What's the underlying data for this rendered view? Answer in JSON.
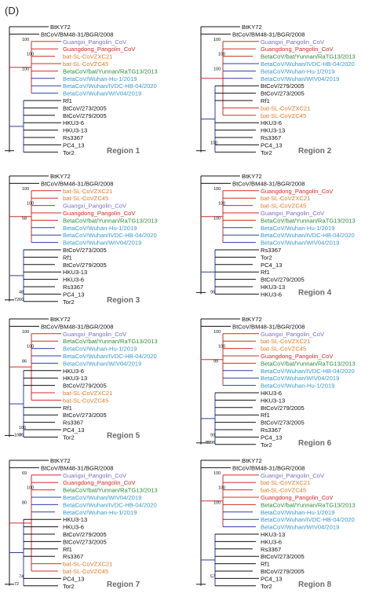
{
  "panel_label": "(D)",
  "colors": {
    "black": "#111111",
    "red": "#d42a2a",
    "blue": "#2b3faa",
    "purple": "#7a6fc2",
    "orange": "#e07a2c",
    "green": "#2d8a3e",
    "cyan": "#3a98c9",
    "gray": "#6b6b6b"
  },
  "regions": [
    {
      "title": "Region 1",
      "taxa": [
        {
          "label": "BtKY72",
          "color": "black"
        },
        {
          "label": "BtCoV/BM48-31/BGR/2008",
          "color": "black"
        },
        {
          "label": "Guangxi_Pangolin_CoV",
          "color": "purple"
        },
        {
          "label": "Guangdong_Pangolin_CoV",
          "color": "red"
        },
        {
          "label": "bat-SL-CoVZXC21",
          "color": "orange"
        },
        {
          "label": "bat-SL-CoVZC45",
          "color": "orange"
        },
        {
          "label": "BetaCoV/bat/Yunnan/RaTG13/2013",
          "color": "green"
        },
        {
          "label": "BetaCoV/Wuhan-Hu-1/2019",
          "color": "cyan"
        },
        {
          "label": "BetaCoV/Wuhan/IVDC-HB-04/2020",
          "color": "cyan"
        },
        {
          "label": "BetaCoV/Wuhan/WIV04/2019",
          "color": "cyan"
        },
        {
          "label": "Rf1",
          "color": "black"
        },
        {
          "label": "BtCoV/273/2005",
          "color": "black"
        },
        {
          "label": "BtCoV/279/2005",
          "color": "black"
        },
        {
          "label": "HKU3-6",
          "color": "black"
        },
        {
          "label": "HKU3-13",
          "color": "black"
        },
        {
          "label": "Rs3367",
          "color": "black"
        },
        {
          "label": "PC4_13",
          "color": "black"
        },
        {
          "label": "Tor2",
          "color": "black"
        }
      ],
      "supports": [
        "100",
        "100",
        "100"
      ]
    },
    {
      "title": "Region 2",
      "taxa": [
        {
          "label": "BtKY72",
          "color": "black"
        },
        {
          "label": "BtCoV/BM48-31/BGR/2008",
          "color": "black"
        },
        {
          "label": "Guangxi_Pangolin_CoV",
          "color": "purple"
        },
        {
          "label": "Guangdong_Pangolin_CoV",
          "color": "red"
        },
        {
          "label": "BetaCoV/bat/Yunnan/RaTG13/2013",
          "color": "green"
        },
        {
          "label": "BetaCoV/Wuhan/IVDC-HB-04/2020",
          "color": "cyan"
        },
        {
          "label": "BetaCoV/Wuhan-Hu-1/2019",
          "color": "cyan"
        },
        {
          "label": "BetaCoV/Wuhan/WIV04/2019",
          "color": "cyan"
        },
        {
          "label": "BtCoV/279/2005",
          "color": "black"
        },
        {
          "label": "BtCoV/273/2005",
          "color": "black"
        },
        {
          "label": "Rf1",
          "color": "black"
        },
        {
          "label": "bat-SL-CoVZXC21",
          "color": "orange"
        },
        {
          "label": "bat-SL-CoVZC45",
          "color": "orange"
        },
        {
          "label": "HKU3-6",
          "color": "black"
        },
        {
          "label": "HKU3-13",
          "color": "black"
        },
        {
          "label": "Rs3367",
          "color": "black"
        },
        {
          "label": "PC4_13",
          "color": "black"
        },
        {
          "label": "Tor2",
          "color": "black"
        }
      ],
      "supports": [
        "100",
        "100",
        "100",
        "100"
      ]
    },
    {
      "title": "Region 3",
      "taxa": [
        {
          "label": "BtKY72",
          "color": "black"
        },
        {
          "label": "BtCoV/BM48-31/BGR/2008",
          "color": "black"
        },
        {
          "label": "bat-SL-CoVZXC21",
          "color": "orange"
        },
        {
          "label": "bat-SL-CoVZC45",
          "color": "orange"
        },
        {
          "label": "Guangxi_Pangolin_CoV",
          "color": "purple"
        },
        {
          "label": "Guangdong_Pangolin_CoV",
          "color": "red"
        },
        {
          "label": "BetaCoV/bat/Yunnan/RaTG13/2013",
          "color": "green"
        },
        {
          "label": "BetaCoV/Wuhan-Hu-1/2019",
          "color": "cyan"
        },
        {
          "label": "BetaCoV/Wuhan/IVDC-HB-04/2020",
          "color": "cyan"
        },
        {
          "label": "BetaCoV/Wuhan/WIV04/2019",
          "color": "cyan"
        },
        {
          "label": "BtCoV/273/2005",
          "color": "black"
        },
        {
          "label": "Rf1",
          "color": "black"
        },
        {
          "label": "BtCoV/279/2005",
          "color": "black"
        },
        {
          "label": "HKU3-13",
          "color": "black"
        },
        {
          "label": "HKU3-6",
          "color": "black"
        },
        {
          "label": "Rs3367",
          "color": "black"
        },
        {
          "label": "PC4_13",
          "color": "black"
        },
        {
          "label": "Tor2",
          "color": "black"
        }
      ],
      "supports": [
        "100",
        "100",
        "58",
        "48",
        "72",
        "60"
      ]
    },
    {
      "title": "Region 4",
      "taxa": [
        {
          "label": "BtKY72",
          "color": "black"
        },
        {
          "label": "BtCoV/BM48-31/BGR/2008",
          "color": "black"
        },
        {
          "label": "Guangdong_Pangolin_CoV",
          "color": "red"
        },
        {
          "label": "bat-SL-CoVZXC21",
          "color": "orange"
        },
        {
          "label": "bat-SL-CoVZC45",
          "color": "orange"
        },
        {
          "label": "Guangxi_Pangolin_CoV",
          "color": "purple"
        },
        {
          "label": "BetaCoV/bat/Yunnan/RaTG13/2013",
          "color": "green"
        },
        {
          "label": "BetaCoV/Wuhan-Hu-1/2019",
          "color": "cyan"
        },
        {
          "label": "BetaCoV/Wuhan/IVDC-HB-04/2020",
          "color": "cyan"
        },
        {
          "label": "BetaCoV/Wuhan/WIV04/2019",
          "color": "cyan"
        },
        {
          "label": "Rs3367",
          "color": "black"
        },
        {
          "label": "Tor2",
          "color": "black"
        },
        {
          "label": "PC4_13",
          "color": "black"
        },
        {
          "label": "Rf1",
          "color": "black"
        },
        {
          "label": "BtCoV/279/2005",
          "color": "black"
        },
        {
          "label": "HKU3-13",
          "color": "black"
        },
        {
          "label": "HKU3-6",
          "color": "black"
        }
      ],
      "supports": [
        "100",
        "100",
        "100",
        "95"
      ]
    },
    {
      "title": "Region 5",
      "taxa": [
        {
          "label": "BtKY72",
          "color": "black"
        },
        {
          "label": "BtCoV/BM48-31/BGR/2008",
          "color": "black"
        },
        {
          "label": "Guangxi_Pangolin_CoV",
          "color": "purple"
        },
        {
          "label": "BetaCoV/bat/Yunnan/RaTG13/2013",
          "color": "green"
        },
        {
          "label": "BetaCoV/Wuhan-Hu-1/2019",
          "color": "cyan"
        },
        {
          "label": "BetaCoV/Wuhan/IVDC-HB-04/2020",
          "color": "cyan"
        },
        {
          "label": "BetaCoV/Wuhan/WIV04/2019",
          "color": "cyan"
        },
        {
          "label": "HKU3-6",
          "color": "black"
        },
        {
          "label": "HKU3-13",
          "color": "black"
        },
        {
          "label": "BtCoV/279/2005",
          "color": "black"
        },
        {
          "label": "bat-SL-CoVZXC21",
          "color": "orange"
        },
        {
          "label": "bat-SL-CoVZC45",
          "color": "orange"
        },
        {
          "label": "Rf1",
          "color": "black"
        },
        {
          "label": "BtCoV/273/2005",
          "color": "black"
        },
        {
          "label": "Rs3367",
          "color": "black"
        },
        {
          "label": "PC4_13",
          "color": "black"
        },
        {
          "label": "Tor2",
          "color": "black"
        }
      ],
      "supports": [
        "100",
        "100",
        "86",
        "100",
        "100",
        "76"
      ]
    },
    {
      "title": "Region 6",
      "taxa": [
        {
          "label": "BtKY72",
          "color": "black"
        },
        {
          "label": "BtCoV/BM48-31/BGR/2008",
          "color": "black"
        },
        {
          "label": "Guangxi_Pangolin_CoV",
          "color": "purple"
        },
        {
          "label": "bat-SL-CoVZXC21",
          "color": "orange"
        },
        {
          "label": "bat-SL-CoVZC45",
          "color": "orange"
        },
        {
          "label": "Guangdong_Pangolin_CoV",
          "color": "red"
        },
        {
          "label": "BetaCoV/bat/Yunnan/RaTG13/2013",
          "color": "green"
        },
        {
          "label": "BetaCoV/Wuhan/IVDC-HB-04/2020",
          "color": "cyan"
        },
        {
          "label": "BetaCoV/Wuhan/WIV04/2019",
          "color": "cyan"
        },
        {
          "label": "BetaCoV/Wuhan-Hu-1/2019",
          "color": "cyan"
        },
        {
          "label": "HKU3-6",
          "color": "black"
        },
        {
          "label": "HKU3-13",
          "color": "black"
        },
        {
          "label": "BtCoV/279/2005",
          "color": "black"
        },
        {
          "label": "Rf1",
          "color": "black"
        },
        {
          "label": "BtCoV/273/2005",
          "color": "black"
        },
        {
          "label": "Rs3367",
          "color": "black"
        },
        {
          "label": "PC4_13",
          "color": "black"
        },
        {
          "label": "Tor2",
          "color": "black"
        }
      ],
      "supports": [
        "100",
        "100",
        "99",
        "99",
        "60",
        "96",
        "99"
      ]
    },
    {
      "title": "Region 7",
      "taxa": [
        {
          "label": "BtKY72",
          "color": "black"
        },
        {
          "label": "BtCoV/BM48-31/BGR/2008",
          "color": "black"
        },
        {
          "label": "Guangxi_Pangolin_CoV",
          "color": "purple"
        },
        {
          "label": "Guangdong_Pangolin_CoV",
          "color": "red"
        },
        {
          "label": "BetaCoV/bat/Yunnan/RaTG13/2013",
          "color": "green"
        },
        {
          "label": "BetaCoV/Wuhan/WIV04/2019",
          "color": "cyan"
        },
        {
          "label": "BetaCoV/Wuhan/IVDC-HB-04/2020",
          "color": "cyan"
        },
        {
          "label": "BetaCoV/Wuhan-Hu-1/2019",
          "color": "cyan"
        },
        {
          "label": "HKU3-13",
          "color": "black"
        },
        {
          "label": "HKU3-6",
          "color": "black"
        },
        {
          "label": "BtCoV/279/2005",
          "color": "black"
        },
        {
          "label": "BtCoV/273/2005",
          "color": "black"
        },
        {
          "label": "Rf1",
          "color": "black"
        },
        {
          "label": "Rs3367",
          "color": "black"
        },
        {
          "label": "bat-SL-CoVZXC21",
          "color": "orange"
        },
        {
          "label": "bat-SL-CoVZC45",
          "color": "orange"
        },
        {
          "label": "PC4_13",
          "color": "black"
        },
        {
          "label": "Tor2",
          "color": "black"
        }
      ],
      "supports": [
        "69",
        "100",
        "80",
        "74",
        "72"
      ]
    },
    {
      "title": "Region 8",
      "taxa": [
        {
          "label": "BtKY72",
          "color": "black"
        },
        {
          "label": "BtCoV/BM48-31/BGR/2008",
          "color": "black"
        },
        {
          "label": "Guangxi_Pangolin_CoV",
          "color": "purple"
        },
        {
          "label": "bat-SL-CoVZXC21",
          "color": "orange"
        },
        {
          "label": "bat-SL-CoVZC45",
          "color": "orange"
        },
        {
          "label": "Guangdong_Pangolin_CoV",
          "color": "red"
        },
        {
          "label": "BetaCoV/bat/Yunnan/RaTG13/2013",
          "color": "green"
        },
        {
          "label": "BetaCoV/Wuhan-Hu-1/2019",
          "color": "cyan"
        },
        {
          "label": "BetaCoV/Wuhan/IVDC-HB-04/2020",
          "color": "cyan"
        },
        {
          "label": "BetaCoV/Wuhan/WIV04/2019",
          "color": "cyan"
        },
        {
          "label": "HKU3-13",
          "color": "black"
        },
        {
          "label": "HKU3-6",
          "color": "black"
        },
        {
          "label": "Rs3367",
          "color": "black"
        },
        {
          "label": "BtCoV/273/2005",
          "color": "black"
        },
        {
          "label": "Rf1",
          "color": "black"
        },
        {
          "label": "BtCoV/279/2005",
          "color": "black"
        },
        {
          "label": "PC4_13",
          "color": "black"
        },
        {
          "label": "Tor2",
          "color": "black"
        }
      ],
      "supports": [
        "100",
        "100",
        "100",
        "57"
      ]
    }
  ]
}
